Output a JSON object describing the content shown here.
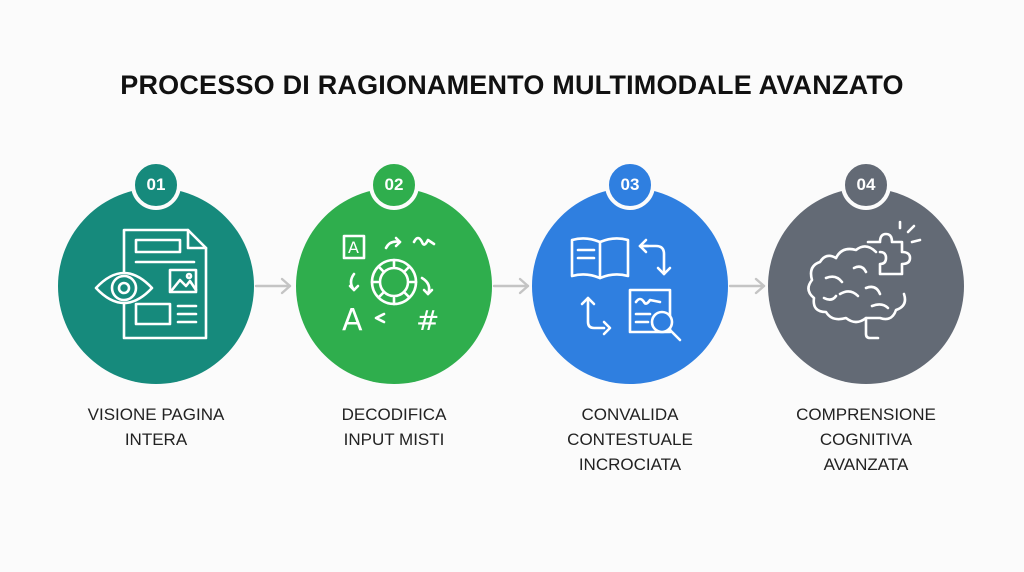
{
  "title": "PROCESSO DI RAGIONAMENTO MULTIMODALE AVANZATO",
  "steps": [
    {
      "number": "01",
      "line1": "VISIONE PAGINA",
      "line2": "INTERA",
      "line3": "",
      "color": "#168a7c",
      "icon": "document-eye-icon"
    },
    {
      "number": "02",
      "line1": "DECODIFICA",
      "line2": "INPUT MISTI",
      "line3": "",
      "color": "#2fae4d",
      "icon": "gear-symbols-icon"
    },
    {
      "number": "03",
      "line1": "CONVALIDA",
      "line2": "CONTESTUALE",
      "line3": "INCROCIATA",
      "color": "#2f7fe0",
      "icon": "book-document-search-icon"
    },
    {
      "number": "04",
      "line1": "COMPRENSIONE",
      "line2": "COGNITIVA",
      "line3": "AVANZATA",
      "color": "#636a75",
      "icon": "brain-puzzle-icon"
    }
  ],
  "arrow_color": "#c4c4c4"
}
